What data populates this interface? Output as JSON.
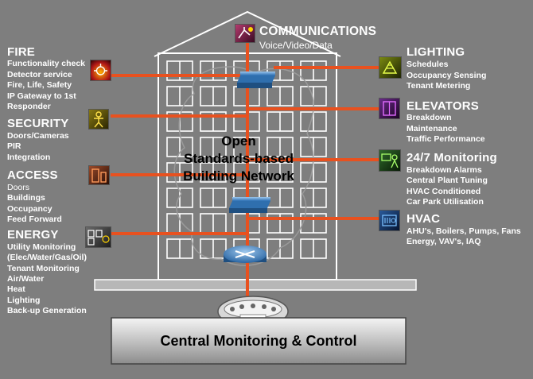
{
  "communications": {
    "title": "COMMUNICATIONS",
    "subtitle": "Voice/Video/Data"
  },
  "left_groups": [
    {
      "key": "fire",
      "title": "FIRE",
      "items": [
        "Functionality check",
        "Detector service",
        "Fire, Life, Safety",
        "IP Gateway to 1st",
        "Responder"
      ],
      "icon": "flame-sensor-icon"
    },
    {
      "key": "security",
      "title": "SECURITY",
      "items": [
        "Doors/Cameras",
        "PIR",
        "Integration"
      ],
      "icon": "security-person-icon"
    },
    {
      "key": "access",
      "title": "ACCESS",
      "items": [
        "Doors",
        "Buildings",
        "Occupancy",
        "Feed Forward"
      ],
      "icon": "access-door-icon"
    },
    {
      "key": "energy",
      "title": "ENERGY",
      "items": [
        "Utility Monitoring",
        "(Elec/Water/Gas/Oil)",
        "Tenant Monitoring",
        "Air/Water",
        "Heat",
        "Lighting",
        "Back-up Generation"
      ],
      "icon": "energy-meter-icon"
    }
  ],
  "right_groups": [
    {
      "key": "lighting",
      "title": "LIGHTING",
      "items": [
        "Schedules",
        "Occupancy Sensing",
        "Tenant Metering"
      ],
      "icon": "lighting-fixture-icon"
    },
    {
      "key": "elevators",
      "title": "ELEVATORS",
      "items": [
        "Breakdown",
        "Maintenance",
        "Traffic Performance"
      ],
      "icon": "elevator-icon"
    },
    {
      "key": "monitoring",
      "title": "24/7 Monitoring",
      "items": [
        "Breakdown Alarms",
        "Central Plant Tuning",
        "HVAC Conditioned",
        "Car Park Utilisation"
      ],
      "icon": "operator-monitor-icon"
    },
    {
      "key": "hvac",
      "title": "HVAC",
      "items": [
        "AHU's, Boilers, Pumps, Fans",
        "Energy, VAV's, IAQ"
      ],
      "icon": "hvac-unit-icon"
    }
  ],
  "center": {
    "line1": "Open",
    "line2": "Standards-based",
    "line3": "Building Network"
  },
  "central": {
    "label": "Central Monitoring & Control"
  },
  "colors": {
    "link": "#e8511f",
    "background": "#7e7e7e",
    "building_line": "#ffffff"
  }
}
